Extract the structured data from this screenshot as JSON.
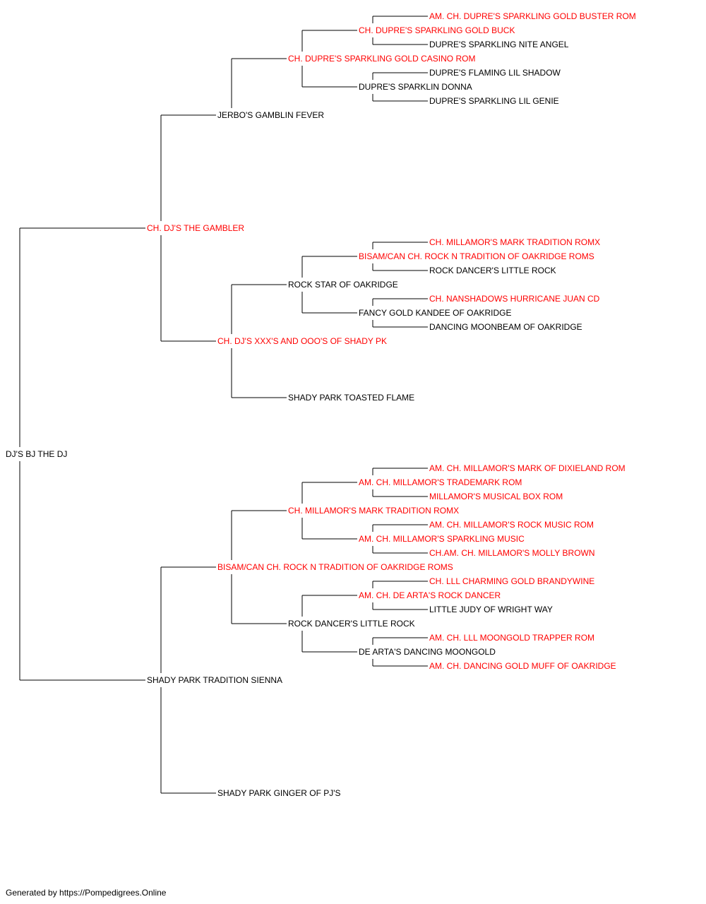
{
  "colors": {
    "champion": "#ff0000",
    "normal": "#000000",
    "lines": "#000000"
  },
  "pedigree": {
    "subject": {
      "name": "DJ'S BJ THE DJ",
      "champion": false
    },
    "sire": {
      "name": "CH. DJ'S THE GAMBLER",
      "champion": true
    },
    "dam": {
      "name": "SHADY PARK TRADITION SIENNA",
      "champion": false
    },
    "ss": {
      "name": "JERBO'S GAMBLIN FEVER",
      "champion": false
    },
    "sd": {
      "name": "CH. DJ'S XXX'S AND OOO'S OF SHADY PK",
      "champion": true
    },
    "ds": {
      "name": "BISAM/CAN CH. ROCK N TRADITION OF OAKRIDGE ROMS",
      "champion": true
    },
    "dd": {
      "name": "SHADY PARK GINGER OF PJ'S",
      "champion": false
    },
    "sss": {
      "name": "CH. DUPRE'S SPARKLING GOLD CASINO ROM",
      "champion": true
    },
    "sds": {
      "name": "ROCK STAR OF OAKRIDGE",
      "champion": false
    },
    "sdd": {
      "name": "SHADY PARK TOASTED FLAME",
      "champion": false
    },
    "dss": {
      "name": "CH. MILLAMOR'S MARK TRADITION ROMX",
      "champion": true
    },
    "dsd": {
      "name": "ROCK DANCER'S LITTLE ROCK",
      "champion": false
    },
    "ssss": {
      "name": "CH. DUPRE'S SPARKLING GOLD BUCK",
      "champion": true
    },
    "sssd": {
      "name": "DUPRE'S SPARKLIN DONNA",
      "champion": false
    },
    "sdss": {
      "name": "BISAM/CAN CH. ROCK N TRADITION OF OAKRIDGE ROMS",
      "champion": true
    },
    "sdsd": {
      "name": "FANCY GOLD KANDEE OF OAKRIDGE",
      "champion": false
    },
    "dsss": {
      "name": "AM. CH. MILLAMOR'S TRADEMARK ROM",
      "champion": true
    },
    "dssd": {
      "name": "AM. CH. MILLAMOR'S SPARKLING MUSIC",
      "champion": true
    },
    "dsds": {
      "name": "AM. CH. DE ARTA'S ROCK DANCER",
      "champion": true
    },
    "dsdd": {
      "name": "DE ARTA'S DANCING MOONGOLD",
      "champion": false
    },
    "sssss": {
      "name": "AM. CH. DUPRE'S SPARKLING GOLD BUSTER ROM",
      "champion": true
    },
    "ssssd": {
      "name": "DUPRE'S SPARKLING NITE ANGEL",
      "champion": false
    },
    "sssds": {
      "name": "DUPRE'S FLAMING LIL SHADOW",
      "champion": false
    },
    "sssdd": {
      "name": "DUPRE'S SPARKLING LIL GENIE",
      "champion": false
    },
    "sdsss": {
      "name": "CH. MILLAMOR'S MARK TRADITION ROMX",
      "champion": true
    },
    "sdssd": {
      "name": "ROCK DANCER'S LITTLE ROCK",
      "champion": false
    },
    "sdsds": {
      "name": "CH. NANSHADOWS HURRICANE JUAN CD",
      "champion": true
    },
    "sdsdd": {
      "name": "DANCING MOONBEAM OF OAKRIDGE",
      "champion": false
    },
    "dssss": {
      "name": "AM. CH. MILLAMOR'S MARK OF DIXIELAND ROM",
      "champion": true
    },
    "dsssd": {
      "name": "MILLAMOR'S MUSICAL BOX ROM",
      "champion": true
    },
    "dssds": {
      "name": "AM. CH. MILLAMOR'S ROCK MUSIC ROM",
      "champion": true
    },
    "dssdd": {
      "name": "CH.AM. CH. MILLAMOR'S MOLLY BROWN",
      "champion": true
    },
    "dsdss": {
      "name": "CH. LLL CHARMING GOLD BRANDYWINE",
      "champion": true
    },
    "dsdsd": {
      "name": "LITTLE JUDY OF WRIGHT WAY",
      "champion": false
    },
    "dsdds": {
      "name": "AM. CH. LLL MOONGOLD TRAPPER ROM",
      "champion": true
    },
    "dsddd": {
      "name": "AM. CH. DANCING GOLD MUFF OF OAKRIDGE",
      "champion": true
    }
  },
  "footer": "Generated by https://Pompedigrees.Online"
}
